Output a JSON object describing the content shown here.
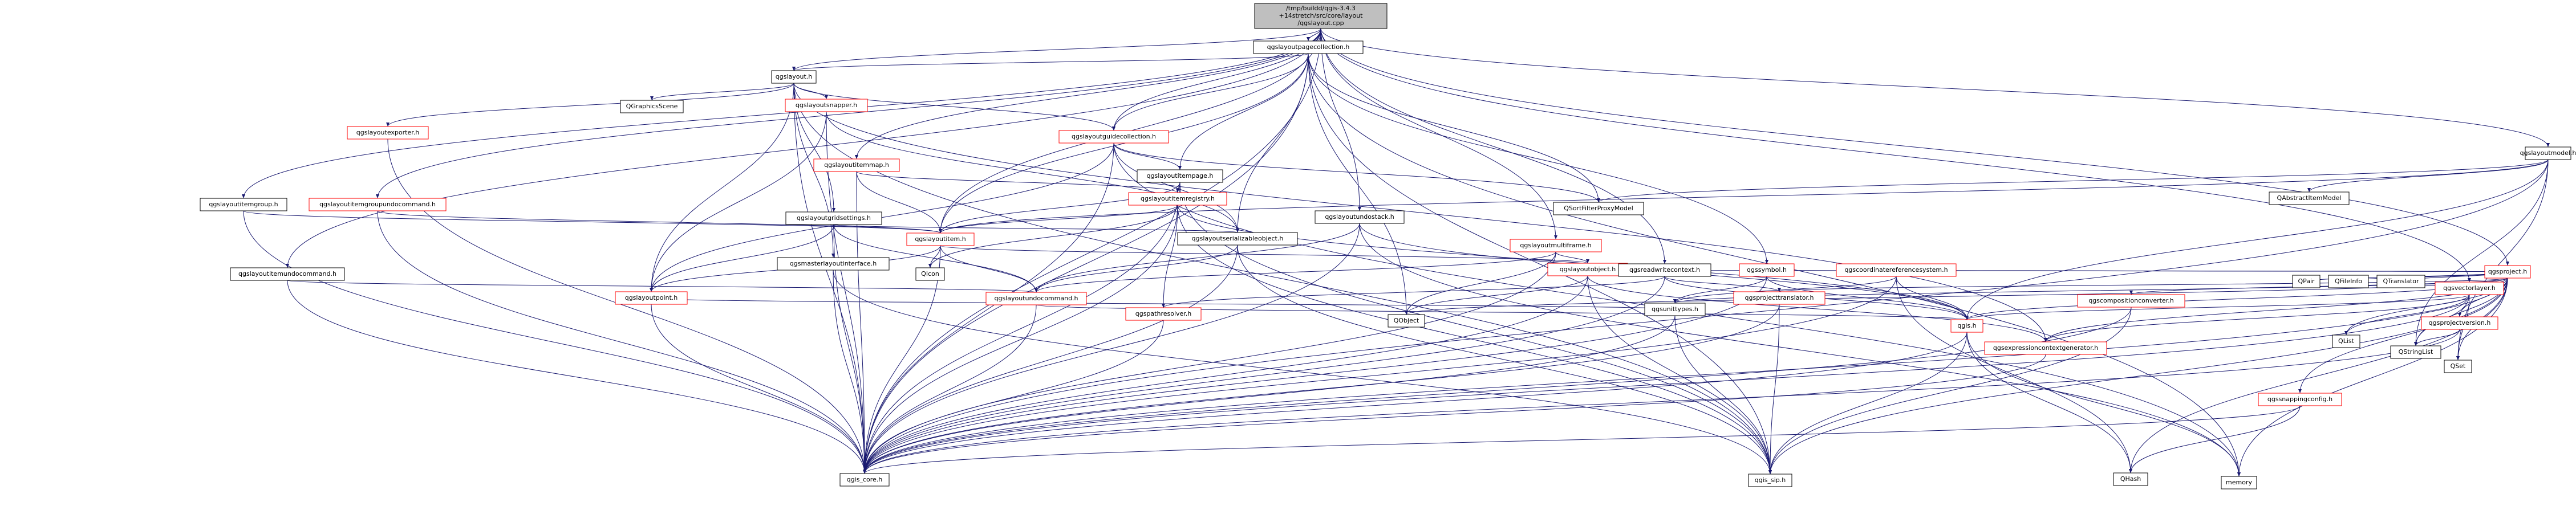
{
  "colors": {
    "root_fill": "#bfbfbf",
    "node_fill": "#ffffff",
    "node_border_linked": "#ff0000",
    "node_border_plain": "#000000",
    "node_text": "#000000",
    "edge": "#191970"
  },
  "nodes": [
    {
      "id": "root",
      "label_lines": [
        "/tmp/buildd/qgis-3.4.3",
        "+14stretch/src/core/layout",
        "/qgslayout.cpp"
      ],
      "style": "root"
    },
    {
      "id": "pagecollection",
      "label_lines": [
        "qgslayoutpagecollection.h"
      ],
      "style": "plain"
    },
    {
      "id": "layout",
      "label_lines": [
        "qgslayout.h"
      ],
      "style": "plain"
    },
    {
      "id": "layoutexporter",
      "label_lines": [
        "qgslayoutexporter.h"
      ],
      "style": "linked"
    },
    {
      "id": "layoutsnapper",
      "label_lines": [
        "qgslayoutsnapper.h"
      ],
      "style": "linked"
    },
    {
      "id": "qgraphicsscene",
      "label_lines": [
        "QGraphicsScene"
      ],
      "style": "plain"
    },
    {
      "id": "guidecollection",
      "label_lines": [
        "qgslayoutguidecollection.h"
      ],
      "style": "linked"
    },
    {
      "id": "itemmap",
      "label_lines": [
        "qgslayoutitemmap.h"
      ],
      "style": "linked"
    },
    {
      "id": "itempage",
      "label_lines": [
        "qgslayoutitempage.h"
      ],
      "style": "plain"
    },
    {
      "id": "itemregistry",
      "label_lines": [
        "qgslayoutitemregistry.h"
      ],
      "style": "linked"
    },
    {
      "id": "gridsettings",
      "label_lines": [
        "qgslayoutgridsettings.h"
      ],
      "style": "plain"
    },
    {
      "id": "masterinterface",
      "label_lines": [
        "qgsmasterlayoutinterface.h"
      ],
      "style": "plain"
    },
    {
      "id": "itemgroup",
      "label_lines": [
        "qgslayoutitemgroup.h"
      ],
      "style": "plain"
    },
    {
      "id": "groupundo",
      "label_lines": [
        "qgslayoutitemgroupundocommand.h"
      ],
      "style": "linked"
    },
    {
      "id": "itemundo",
      "label_lines": [
        "qgslayoutitemundocommand.h"
      ],
      "style": "plain"
    },
    {
      "id": "layoutitem",
      "label_lines": [
        "qgslayoutitem.h"
      ],
      "style": "linked"
    },
    {
      "id": "undostack",
      "label_lines": [
        "qgslayoutundostack.h"
      ],
      "style": "plain"
    },
    {
      "id": "serializable",
      "label_lines": [
        "qgslayoutserializableobject.h"
      ],
      "style": "plain"
    },
    {
      "id": "multiframe",
      "label_lines": [
        "qgslayoutmultiframe.h"
      ],
      "style": "linked"
    },
    {
      "id": "layoutobject",
      "label_lines": [
        "qgslayoutobject.h"
      ],
      "style": "linked"
    },
    {
      "id": "layoutpoint",
      "label_lines": [
        "qgslayoutpoint.h"
      ],
      "style": "linked"
    },
    {
      "id": "undocommand",
      "label_lines": [
        "qgslayoutundocommand.h"
      ],
      "style": "linked"
    },
    {
      "id": "qicon",
      "label_lines": [
        "QIcon"
      ],
      "style": "plain"
    },
    {
      "id": "pathresolver",
      "label_lines": [
        "qgspathresolver.h"
      ],
      "style": "linked"
    },
    {
      "id": "qobject",
      "label_lines": [
        "QObject"
      ],
      "style": "plain"
    },
    {
      "id": "qgis_core",
      "label_lines": [
        "qgis_core.h"
      ],
      "style": "plain"
    },
    {
      "id": "qgis_sip",
      "label_lines": [
        "qgis_sip.h"
      ],
      "style": "plain"
    },
    {
      "id": "memory",
      "label_lines": [
        "memory"
      ],
      "style": "plain"
    },
    {
      "id": "readwritecontext",
      "label_lines": [
        "qgsreadwritecontext.h"
      ],
      "style": "plain"
    },
    {
      "id": "unittypes",
      "label_lines": [
        "qgsunittypes.h"
      ],
      "style": "plain"
    },
    {
      "id": "symbol",
      "label_lines": [
        "qgssymbol.h"
      ],
      "style": "linked"
    },
    {
      "id": "projecttranslator",
      "label_lines": [
        "qgsprojecttranslator.h"
      ],
      "style": "linked"
    },
    {
      "id": "crs",
      "label_lines": [
        "qgscoordinatereferencesystem.h"
      ],
      "style": "linked"
    },
    {
      "id": "compositionconverter",
      "label_lines": [
        "qgscompositionconverter.h"
      ],
      "style": "linked"
    },
    {
      "id": "qgis",
      "label_lines": [
        "qgis.h"
      ],
      "style": "linked"
    },
    {
      "id": "layoutmodel",
      "label_lines": [
        "qgslayoutmodel.h"
      ],
      "style": "plain"
    },
    {
      "id": "qabstractitemmodel",
      "label_lines": [
        "QAbstractItemModel"
      ],
      "style": "plain"
    },
    {
      "id": "qsortfilter",
      "label_lines": [
        "QSortFilterProxyModel"
      ],
      "style": "plain"
    },
    {
      "id": "project",
      "label_lines": [
        "qgsproject.h"
      ],
      "style": "linked"
    },
    {
      "id": "projectversion",
      "label_lines": [
        "qgsprojectversion.h"
      ],
      "style": "linked"
    },
    {
      "id": "exprctxgen",
      "label_lines": [
        "qgsexpressioncontextgenerator.h"
      ],
      "style": "linked"
    },
    {
      "id": "qpair",
      "label_lines": [
        "QPair"
      ],
      "style": "plain"
    },
    {
      "id": "qfileinfo",
      "label_lines": [
        "QFileInfo"
      ],
      "style": "plain"
    },
    {
      "id": "qtranslator",
      "label_lines": [
        "QTranslator"
      ],
      "style": "plain"
    },
    {
      "id": "vectorlayer",
      "label_lines": [
        "qgsvectorlayer.h"
      ],
      "style": "linked"
    },
    {
      "id": "qlist",
      "label_lines": [
        "QList"
      ],
      "style": "plain"
    },
    {
      "id": "qstringlist",
      "label_lines": [
        "QStringList"
      ],
      "style": "plain"
    },
    {
      "id": "qset",
      "label_lines": [
        "QSet"
      ],
      "style": "plain"
    },
    {
      "id": "snappingconfig",
      "label_lines": [
        "qgssnappingconfig.h"
      ],
      "style": "linked"
    },
    {
      "id": "qhash",
      "label_lines": [
        "QHash"
      ],
      "style": "plain"
    }
  ],
  "edges": [
    [
      "root",
      "pagecollection"
    ],
    [
      "root",
      "layout"
    ],
    [
      "root",
      "itemmap"
    ],
    [
      "root",
      "itemgroup"
    ],
    [
      "root",
      "groupundo"
    ],
    [
      "root",
      "itemundo"
    ],
    [
      "root",
      "layoutitem"
    ],
    [
      "root",
      "undostack"
    ],
    [
      "root",
      "multiframe"
    ],
    [
      "root",
      "guidecollection"
    ],
    [
      "root",
      "readwritecontext"
    ],
    [
      "root",
      "layoutmodel"
    ],
    [
      "root",
      "project"
    ],
    [
      "root",
      "vectorlayer"
    ],
    [
      "root",
      "qgis_core"
    ],
    [
      "pagecollection",
      "layout"
    ],
    [
      "pagecollection",
      "guidecollection"
    ],
    [
      "pagecollection",
      "itempage"
    ],
    [
      "pagecollection",
      "serializable"
    ],
    [
      "pagecollection",
      "symbol"
    ],
    [
      "pagecollection",
      "qgis_core"
    ],
    [
      "pagecollection",
      "qgis_sip"
    ],
    [
      "pagecollection",
      "qobject"
    ],
    [
      "pagecollection",
      "memory"
    ],
    [
      "pagecollection",
      "layoutitem"
    ],
    [
      "pagecollection",
      "qsortfilter"
    ],
    [
      "layout",
      "qgraphicsscene"
    ],
    [
      "layout",
      "layoutexporter"
    ],
    [
      "layout",
      "layoutsnapper"
    ],
    [
      "layout",
      "guidecollection"
    ],
    [
      "layout",
      "gridsettings"
    ],
    [
      "layout",
      "masterinterface"
    ],
    [
      "layout",
      "layoutpoint"
    ],
    [
      "layout",
      "exprctxgen"
    ],
    [
      "layout",
      "qgis_core"
    ],
    [
      "layout",
      "qgis_sip"
    ],
    [
      "layoutexporter",
      "qgis_core"
    ],
    [
      "layoutsnapper",
      "qgis_core"
    ],
    [
      "layoutsnapper",
      "serializable"
    ],
    [
      "layoutsnapper",
      "layoutpoint"
    ],
    [
      "guidecollection",
      "qgis_core"
    ],
    [
      "guidecollection",
      "itempage"
    ],
    [
      "guidecollection",
      "serializable"
    ],
    [
      "guidecollection",
      "qsortfilter"
    ],
    [
      "guidecollection",
      "memory"
    ],
    [
      "guidecollection",
      "layoutpoint"
    ],
    [
      "itemmap",
      "qgis_core"
    ],
    [
      "itemmap",
      "layoutitem"
    ],
    [
      "itemmap",
      "itemregistry"
    ],
    [
      "itempage",
      "qgis_core"
    ],
    [
      "itempage",
      "layoutitem"
    ],
    [
      "itempage",
      "itemregistry"
    ],
    [
      "itempage",
      "qgis_sip"
    ],
    [
      "itemregistry",
      "qgis_core"
    ],
    [
      "itemregistry",
      "qgis_sip"
    ],
    [
      "itemregistry",
      "pathresolver"
    ],
    [
      "itemregistry",
      "qicon"
    ],
    [
      "itemregistry",
      "layoutitem"
    ],
    [
      "itemregistry",
      "qgis"
    ],
    [
      "gridsettings",
      "qgis_core"
    ],
    [
      "gridsettings",
      "undocommand"
    ],
    [
      "gridsettings",
      "layoutpoint"
    ],
    [
      "gridsettings",
      "serializable"
    ],
    [
      "masterinterface",
      "qgis_core"
    ],
    [
      "masterinterface",
      "qgis_sip"
    ],
    [
      "itemgroup",
      "qgis_core"
    ],
    [
      "itemgroup",
      "layoutitem"
    ],
    [
      "groupundo",
      "qgis_core"
    ],
    [
      "groupundo",
      "layoutitem"
    ],
    [
      "itemundo",
      "qgis_core"
    ],
    [
      "itemundo",
      "undocommand"
    ],
    [
      "layoutitem",
      "qgis_core"
    ],
    [
      "layoutitem",
      "layoutobject"
    ],
    [
      "layoutitem",
      "qicon"
    ],
    [
      "layoutitem",
      "layoutpoint"
    ],
    [
      "layoutitem",
      "undocommand"
    ],
    [
      "undostack",
      "qgis_core"
    ],
    [
      "undostack",
      "undocommand"
    ],
    [
      "undostack",
      "memory"
    ],
    [
      "undostack",
      "qgis"
    ],
    [
      "serializable",
      "qgis_core"
    ],
    [
      "serializable",
      "undocommand"
    ],
    [
      "serializable",
      "qgis_sip"
    ],
    [
      "multiframe",
      "qgis_core"
    ],
    [
      "multiframe",
      "layoutobject"
    ],
    [
      "multiframe",
      "undocommand"
    ],
    [
      "multiframe",
      "qobject"
    ],
    [
      "layoutobject",
      "qgis_core"
    ],
    [
      "layoutobject",
      "qgis_sip"
    ],
    [
      "layoutobject",
      "qobject"
    ],
    [
      "layoutobject",
      "exprctxgen"
    ],
    [
      "layoutpoint",
      "qgis_core"
    ],
    [
      "layoutpoint",
      "unittypes"
    ],
    [
      "undocommand",
      "qgis_core"
    ],
    [
      "undocommand",
      "qgis"
    ],
    [
      "pathresolver",
      "qgis_core"
    ],
    [
      "readwritecontext",
      "qgis_core"
    ],
    [
      "readwritecontext",
      "pathresolver"
    ],
    [
      "readwritecontext",
      "projecttranslator"
    ],
    [
      "readwritecontext",
      "qgis"
    ],
    [
      "unittypes",
      "qgis_core"
    ],
    [
      "unittypes",
      "qgis_sip"
    ],
    [
      "symbol",
      "qgis_core"
    ],
    [
      "symbol",
      "qgis"
    ],
    [
      "symbol",
      "unittypes"
    ],
    [
      "projecttranslator",
      "qgis_core"
    ],
    [
      "projecttranslator",
      "qgis_sip"
    ],
    [
      "crs",
      "qgis_core"
    ],
    [
      "crs",
      "qgis"
    ],
    [
      "crs",
      "unittypes"
    ],
    [
      "crs",
      "qhash"
    ],
    [
      "compositionconverter",
      "qgis_core"
    ],
    [
      "compositionconverter",
      "qgis_sip"
    ],
    [
      "qgis",
      "qgis_core"
    ],
    [
      "qgis",
      "qgis_sip"
    ],
    [
      "qgis",
      "memory"
    ],
    [
      "qgis",
      "qhash"
    ],
    [
      "layoutmodel",
      "qabstractitemmodel"
    ],
    [
      "layoutmodel",
      "qsortfilter"
    ],
    [
      "layoutmodel",
      "qgis_core"
    ],
    [
      "layoutmodel",
      "qgis"
    ],
    [
      "layoutmodel",
      "qstringlist"
    ],
    [
      "layoutmodel",
      "qset"
    ],
    [
      "layoutmodel",
      "layoutitem"
    ],
    [
      "project",
      "qobject"
    ],
    [
      "project",
      "qset"
    ],
    [
      "project",
      "qlist"
    ],
    [
      "project",
      "qstringlist"
    ],
    [
      "project",
      "qpair"
    ],
    [
      "project",
      "qfileinfo"
    ],
    [
      "project",
      "qtranslator"
    ],
    [
      "project",
      "qhash"
    ],
    [
      "project",
      "memory"
    ],
    [
      "project",
      "qgis_core"
    ],
    [
      "project",
      "qgis_sip"
    ],
    [
      "project",
      "qgis"
    ],
    [
      "project",
      "readwritecontext"
    ],
    [
      "project",
      "crs"
    ],
    [
      "project",
      "projectversion"
    ],
    [
      "project",
      "exprctxgen"
    ],
    [
      "project",
      "snappingconfig"
    ],
    [
      "project",
      "projecttranslator"
    ],
    [
      "project",
      "symbol"
    ],
    [
      "project",
      "compositionconverter"
    ],
    [
      "project",
      "unittypes"
    ],
    [
      "projectversion",
      "qgis_core"
    ],
    [
      "projectversion",
      "qstringlist"
    ],
    [
      "exprctxgen",
      "qgis_core"
    ],
    [
      "vectorlayer",
      "qgis_core"
    ],
    [
      "vectorlayer",
      "qgis"
    ],
    [
      "vectorlayer",
      "qlist"
    ],
    [
      "vectorlayer",
      "qstringlist"
    ],
    [
      "vectorlayer",
      "qset"
    ],
    [
      "vectorlayer",
      "exprctxgen"
    ],
    [
      "snappingconfig",
      "qgis_core"
    ],
    [
      "snappingconfig",
      "qhash"
    ]
  ]
}
